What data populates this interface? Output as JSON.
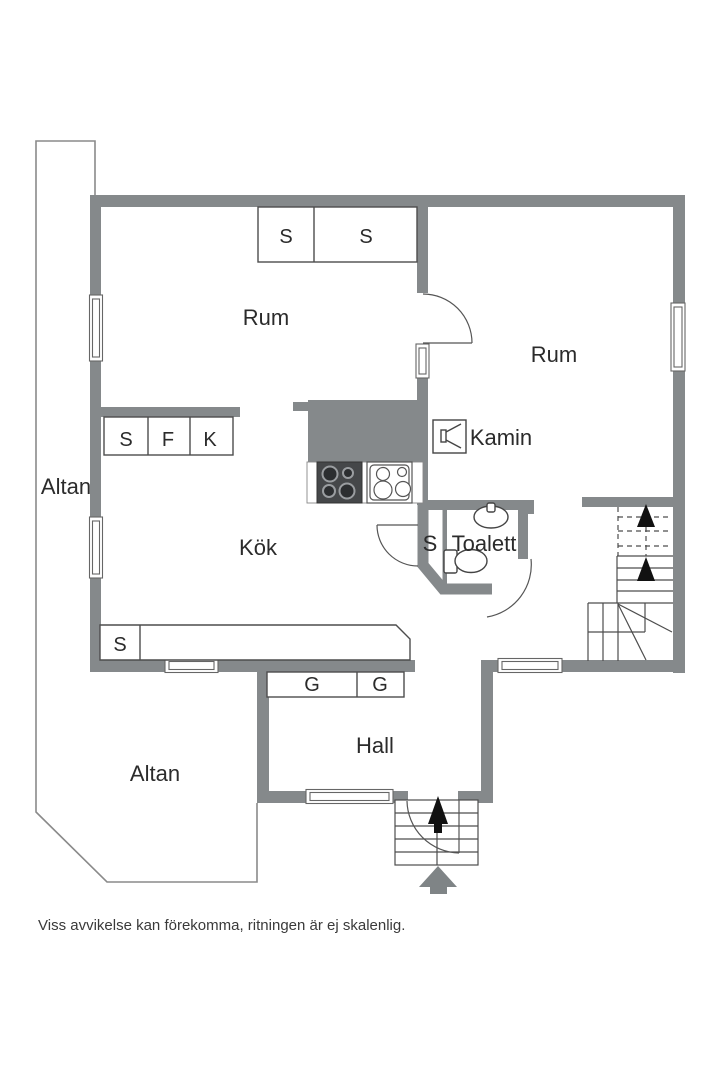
{
  "floorplan": {
    "labels": {
      "room_top_left": "Rum",
      "room_top_right": "Rum",
      "kitchen": "Kök",
      "hall": "Hall",
      "toilet": "Toalett",
      "toilet_closet": "S",
      "terrace_left": "Altan",
      "terrace_bottom": "Altan",
      "fireplace": "Kamin",
      "wardrobe_top_1": "S",
      "wardrobe_top_2": "S",
      "closet_s": "S",
      "closet_f": "F",
      "closet_k": "K",
      "bench_closet": "S",
      "garderob_1": "G",
      "garderob_2": "G"
    },
    "footer": "Viss avvikelse kan förekomma, ritningen är ej skalenlig.",
    "colors": {
      "wall": "#85898b",
      "outline": "#4d4d4d",
      "terrace_outline": "#8a8a8a",
      "stove": "#454749",
      "arrow_black": "#111111",
      "arrow_gray": "#7f8486",
      "text": "#2b2b2b"
    }
  }
}
